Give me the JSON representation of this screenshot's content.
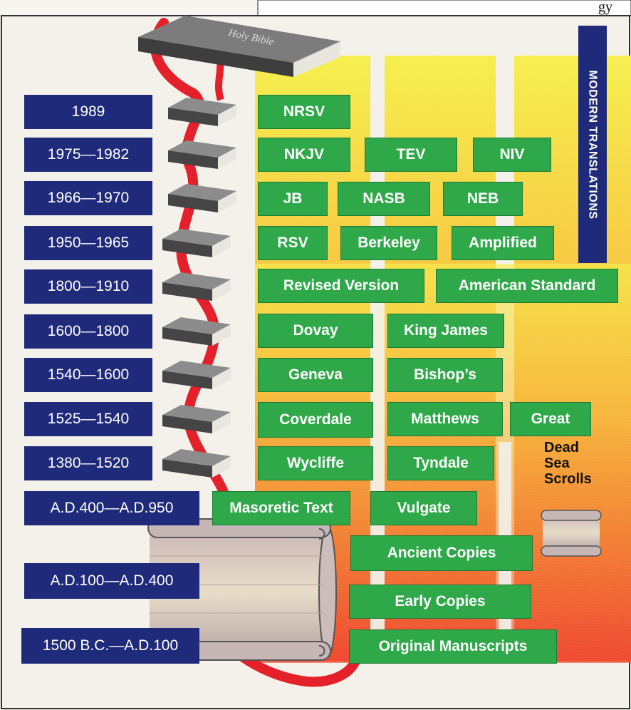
{
  "header": {
    "text": "gy"
  },
  "side_title": "MODERN TRANSLATIONS",
  "dead_sea": {
    "line1": "Dead",
    "line2": "Sea",
    "line3": "Scrolls"
  },
  "bible_cover": "Holy Bible",
  "dates": [
    "1989",
    "1975—1982",
    "1966—1970",
    "1950—1965",
    "1800—1910",
    "1600—1800",
    "1540—1600",
    "1525—1540",
    "1380—1520",
    "A.D.400—A.D.950",
    "A.D.100—A.D.400",
    "1500 B.C.—A.D.100"
  ],
  "versions": {
    "nrsv": "NRSV",
    "nkjv": "NKJV",
    "tev": "TEV",
    "niv": "NIV",
    "jb": "JB",
    "nasb": "NASB",
    "neb": "NEB",
    "rsv": "RSV",
    "berkeley": "Berkeley",
    "amplified": "Amplified",
    "revised": "Revised Version",
    "american": "American Standard",
    "dovay": "Dovay",
    "kingjames": "King James",
    "geneva": "Geneva",
    "bishops": "Bishop’s",
    "coverdale": "Coverdale",
    "matthews": "Matthews",
    "great": "Great",
    "wycliffe": "Wycliffe",
    "tyndale": "Tyndale",
    "masoretic": "Masoretic Text",
    "vulgate": "Vulgate",
    "ancient": "Ancient Copies",
    "early": "Early Copies",
    "original": "Original Manuscripts"
  },
  "colors": {
    "date_box": "#1f2b7a",
    "version_box": "#2fa84a",
    "ribbon": "#e4202a",
    "gradient_top": "#f4ec3a",
    "gradient_bottom": "#ef3a22"
  }
}
